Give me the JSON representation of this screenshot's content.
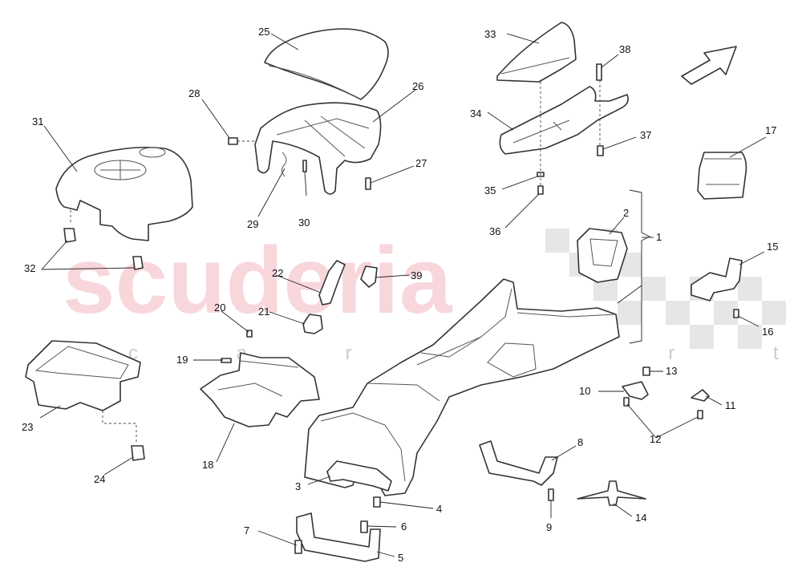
{
  "watermark": {
    "brand": "scuderia",
    "sub": "c a r p a r t s"
  },
  "labels": [
    "1",
    "2",
    "3",
    "4",
    "5",
    "6",
    "7",
    "8",
    "9",
    "10",
    "11",
    "12",
    "13",
    "14",
    "15",
    "16",
    "17",
    "18",
    "19",
    "20",
    "21",
    "22",
    "23",
    "24",
    "25",
    "26",
    "27",
    "28",
    "29",
    "30",
    "31",
    "32",
    "33",
    "34",
    "35",
    "36",
    "37",
    "38",
    "39"
  ]
}
